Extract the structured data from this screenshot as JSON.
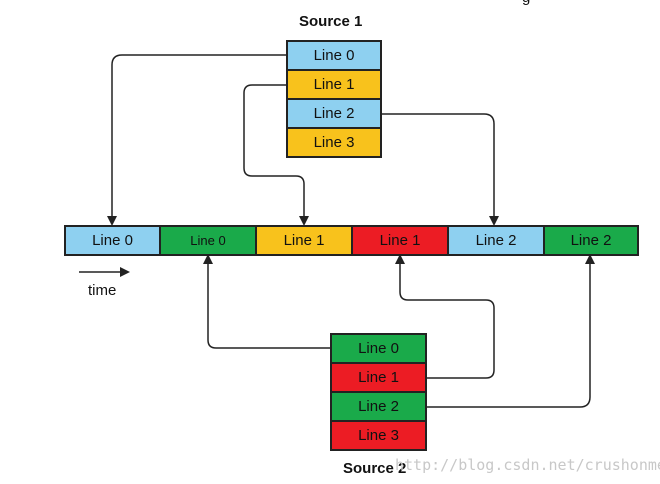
{
  "header_fragment": "g",
  "sources": [
    {
      "title": "Source 1",
      "lines": [
        {
          "label": "Line 0",
          "color": "#8ed0f0"
        },
        {
          "label": "Line 1",
          "color": "#f8c21c"
        },
        {
          "label": "Line 2",
          "color": "#8ed0f0"
        },
        {
          "label": "Line 3",
          "color": "#f8c21c"
        }
      ]
    },
    {
      "title": "Source 2",
      "lines": [
        {
          "label": "Line 0",
          "color": "#1aaa4a"
        },
        {
          "label": "Line 1",
          "color": "#ec1c24"
        },
        {
          "label": "Line 2",
          "color": "#1aaa4a"
        },
        {
          "label": "Line 3",
          "color": "#ec1c24"
        }
      ]
    }
  ],
  "timeline": [
    {
      "label": "Line 0",
      "color": "#8ed0f0",
      "small": false
    },
    {
      "label": "Line 0",
      "color": "#1aaa4a",
      "small": true
    },
    {
      "label": "Line 1",
      "color": "#f8c21c",
      "small": false
    },
    {
      "label": "Line 1",
      "color": "#ec1c24",
      "small": false
    },
    {
      "label": "Line 2",
      "color": "#8ed0f0",
      "small": false
    },
    {
      "label": "Line 2",
      "color": "#1aaa4a",
      "small": false
    }
  ],
  "time_label": "time",
  "watermark": "http://blog.csdn.net/crushonme"
}
